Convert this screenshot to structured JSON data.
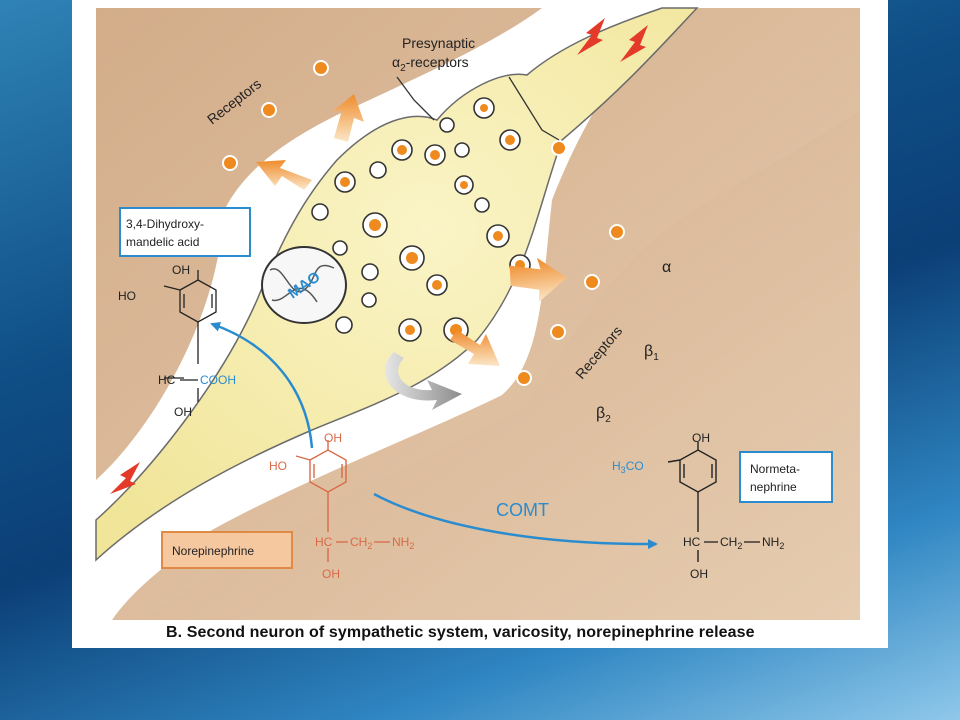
{
  "labels": {
    "presynaptic_line1": "Presynaptic",
    "presynaptic_alpha": "α",
    "presynaptic_sub": "2",
    "presynaptic_line2": "-receptors",
    "receptors_upper": "Receptors",
    "receptors_lower": "Receptors",
    "alpha": "α",
    "beta1": "β",
    "beta1_sub": "1",
    "beta2": "β",
    "beta2_sub": "2",
    "mao": "MAO",
    "comt": "COMT"
  },
  "boxes": {
    "dhma_line1": "3,4-Dihydroxy-",
    "dhma_line2": "mandelic acid",
    "norepinephrine": "Norepinephrine",
    "normeta_line1": "Normeta-",
    "normeta_line2": "nephrine"
  },
  "chem": {
    "oh": "OH",
    "ho": "HO",
    "hc": "HC",
    "cooh": "COOH",
    "ch2": "CH",
    "ch2_sub": "2",
    "nh2": "NH",
    "nh2_sub": "2",
    "h3co": "H",
    "h3co_sub": "3",
    "h3co_tail": "CO"
  },
  "caption": "B. Second neuron of sympathetic system, varicosity, norepinephrine release",
  "colors": {
    "tissue": "#d9b896",
    "varicosity": "#f6efb2",
    "receptor": "#ee8a1e",
    "arrow_orange": "#f0983c",
    "arrow_blue": "#2a8ccf",
    "box_blue": "#2a8ccf",
    "box_orange": "#f6c8a0",
    "impulse_red": "#e43a2a"
  }
}
